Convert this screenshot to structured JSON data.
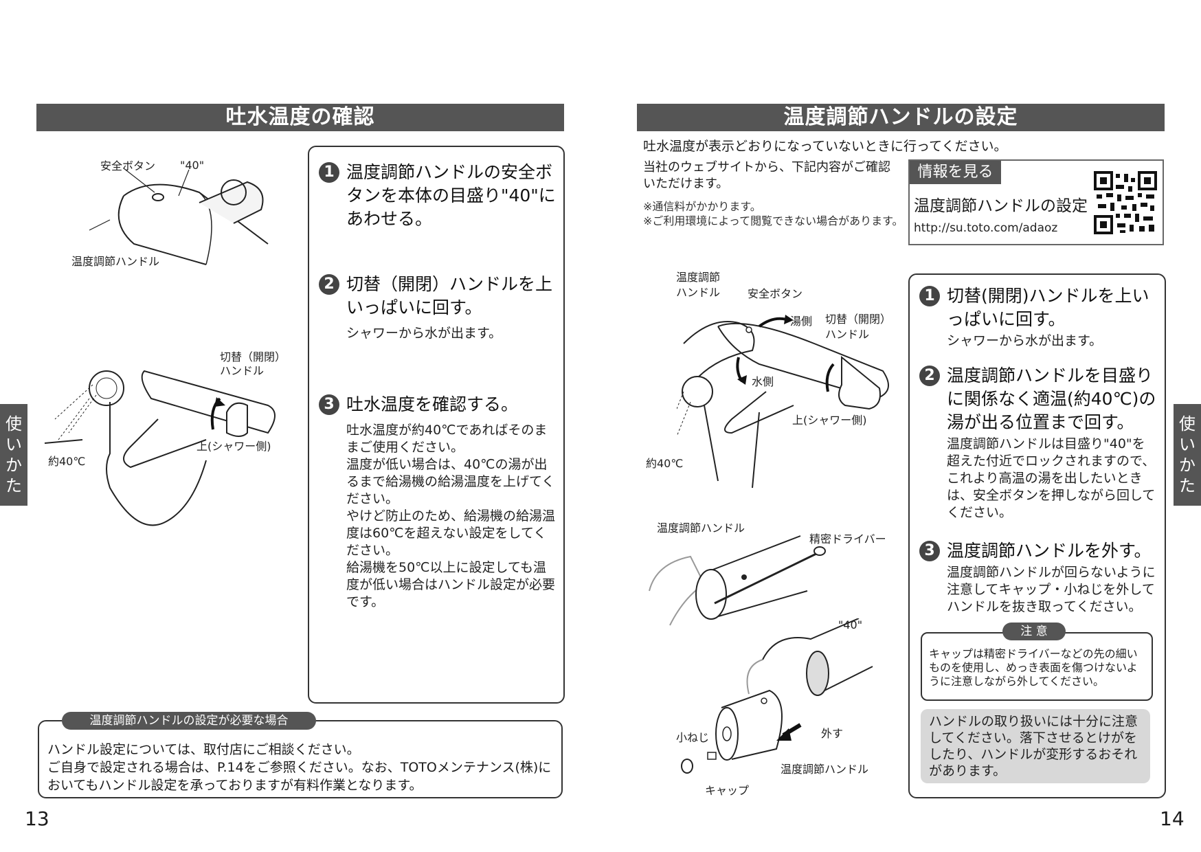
{
  "left": {
    "header": "吐水温度の確認",
    "labels": {
      "safety_button": "安全ボタン",
      "mark40": "\"40\"",
      "temp_handle": "温度調節ハンドル",
      "switch_handle": "切替（開閉）\nハンドル",
      "up_shower": "上(シャワー側)",
      "approx40": "約40℃"
    },
    "steps": [
      {
        "num": "1",
        "title": "温度調節ハンドルの安全ボタンを本体の目盛り\"40\"にあわせる。",
        "body": ""
      },
      {
        "num": "2",
        "title": "切替（開閉）ハンドルを上いっぱいに回す。",
        "body": "シャワーから水が出ます。"
      },
      {
        "num": "3",
        "title": "吐水温度を確認する。",
        "body": "吐水温度が約40℃であればそのままご使用ください。\n温度が低い場合は、40℃の湯が出るまで給湯機の給湯温度を上げてください。\nやけど防止のため、給湯機の給湯温度は60℃を超えない設定をしてください。\n給湯機を50℃以上に設定しても温度が低い場合はハンドル設定が必要です。"
      }
    ],
    "note": {
      "title": "温度調節ハンドルの設定が必要な場合",
      "line1": "ハンドル設定については、取付店にご相談ください。",
      "line2": "ご自身で設定される場合は、P.14をご参照ください。なお、TOTOメンテナンス(株)においてもハンドル設定を承っておりますが有料作業となります。"
    },
    "side_tab": "使\nい\nか\nた",
    "page_number": "13"
  },
  "right": {
    "header": "温度調節ハンドルの設定",
    "intro": "吐水温度が表示どおりになっていないときに行ってください。",
    "web_text": "当社のウェブサイトから、下記内容がご確認いただけます。",
    "notes": [
      "※通信料がかかります。",
      "※ご利用環境によって閲覧できない場合があります。"
    ],
    "info_box": {
      "tag": "情報を見る",
      "title": "温度調節ハンドルの設定",
      "url": "http://su.toto.com/adaoz"
    },
    "labels": {
      "temp_handle_2line": "温度調節\nハンドル",
      "safety_button": "安全ボタン",
      "hot_side": "湯側",
      "water_side": "水側",
      "switch_handle": "切替（開閉）\nハンドル",
      "up_shower": "上(シャワー側)",
      "approx40": "約40℃",
      "temp_handle": "温度調節ハンドル",
      "driver": "精密ドライバー",
      "mark40": "\"40\"",
      "remove": "外す",
      "small_screw": "小ねじ",
      "temp_handle_bottom": "温度調節ハンドル",
      "cap": "キャップ"
    },
    "steps": [
      {
        "num": "1",
        "title": "切替(開閉)ハンドルを上いっぱいに回す。",
        "body": "シャワーから水が出ます。"
      },
      {
        "num": "2",
        "title": "温度調節ハンドルを目盛りに関係なく適温(約40℃)の湯が出る位置まで回す。",
        "body": "温度調節ハンドルは目盛り\"40\"を超えた付近でロックされますので、これより高温の湯を出したいときは、安全ボタンを押しながら回してください。"
      },
      {
        "num": "3",
        "title": "温度調節ハンドルを外す。",
        "body": "温度調節ハンドルが回らないように注意してキャップ・小ねじを外してハンドルを抜き取ってください。"
      }
    ],
    "caution": {
      "title": "注 意",
      "body": "キャップは精密ドライバーなどの先の細いものを使用し、めっき表面を傷つけないように注意しながら外してください。"
    },
    "warning": "ハンドルの取り扱いには十分に注意してください。落下させるとけがをしたり、ハンドルが変形するおそれがあります。",
    "side_tab": "使\nい\nか\nた",
    "page_number": "14"
  }
}
